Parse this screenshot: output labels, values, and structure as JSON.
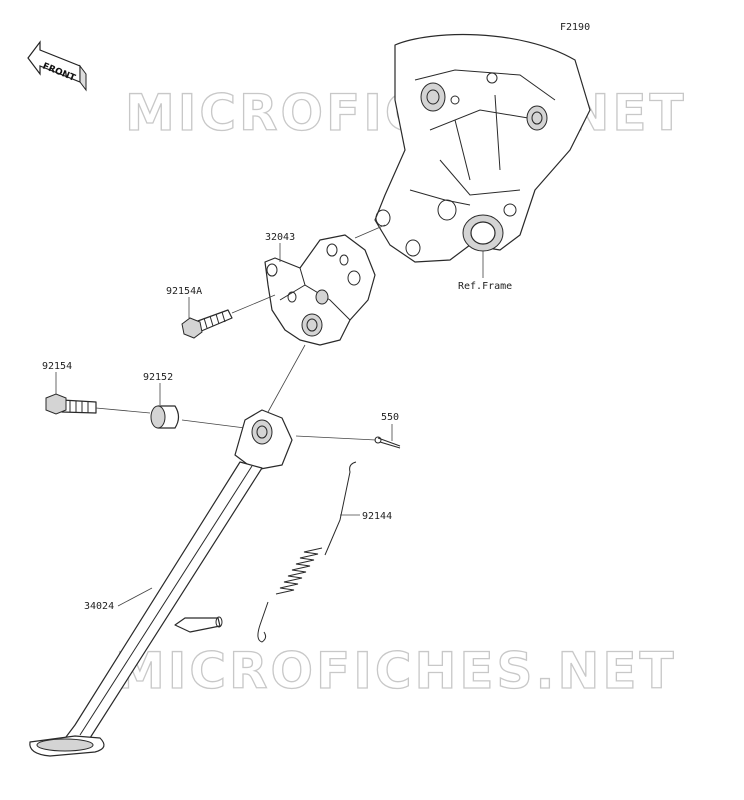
{
  "diagram": {
    "code": "F2190",
    "front_label": "FRONT",
    "watermark": "MICROFICHES.NET",
    "ref_frame": "Ref.Frame",
    "parts": [
      {
        "id": "32043"
      },
      {
        "id": "92154A"
      },
      {
        "id": "92154"
      },
      {
        "id": "92152"
      },
      {
        "id": "550"
      },
      {
        "id": "92144"
      },
      {
        "id": "34024"
      }
    ]
  }
}
